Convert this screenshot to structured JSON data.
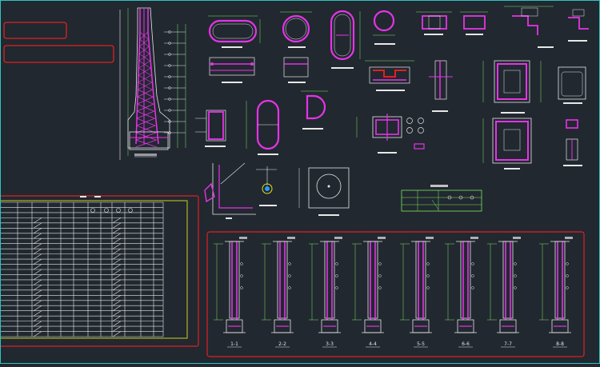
{
  "colors": {
    "background": "#212830",
    "frame": "#2ec4c4",
    "rebar": "#e633e6",
    "concrete": "#e8e8e8",
    "dimension": "#80e860",
    "revision": "#e02020",
    "table_frame": "#e0e020",
    "marker": "#2a9aff"
  },
  "drawing": {
    "title_blocks": [
      "",
      ""
    ],
    "column_table": {
      "rows": 26,
      "columns": 12
    },
    "pile_section_labels": [
      "1-1",
      "2-2",
      "3-3",
      "4-4",
      "5-5",
      "6-6",
      "7-7",
      "8-8"
    ]
  }
}
